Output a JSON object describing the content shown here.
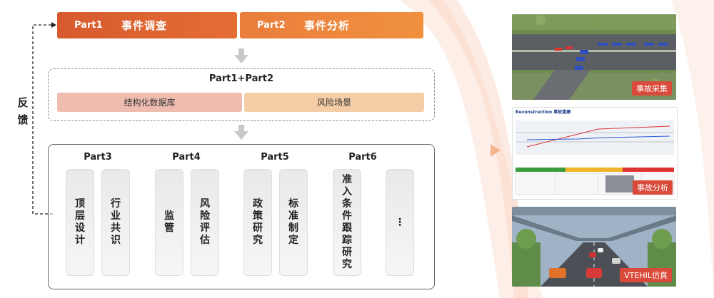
{
  "feedback": {
    "chars": [
      "反",
      "馈"
    ]
  },
  "top_parts": [
    {
      "num": "Part1",
      "title": "事件调查"
    },
    {
      "num": "Part2",
      "title": "事件分析"
    }
  ],
  "combined": {
    "title": "Part1+Part2",
    "chips": [
      "结构化数据库",
      "风险场景"
    ]
  },
  "bottom": {
    "part_labels": [
      "Part3",
      "Part4",
      "Part5",
      "Part6"
    ],
    "pills": [
      "顶层设计",
      "行业共识",
      "监管",
      "风险评估",
      "政策研究",
      "标准制定",
      "准入条件跟踪研究",
      "⋮"
    ]
  },
  "photos": {
    "photo1_label": "事故采集",
    "photo2_label": "事故分析",
    "photo2_header": "Reconstruction 事故重建",
    "photo3_label": "VTEHIL仿真"
  },
  "colors": {
    "part1": "#d65a2e",
    "part2": "#f0913f",
    "chip_db": "#eebdb0",
    "chip_risk": "#f4cda6",
    "label_red": "#d94a3a"
  }
}
